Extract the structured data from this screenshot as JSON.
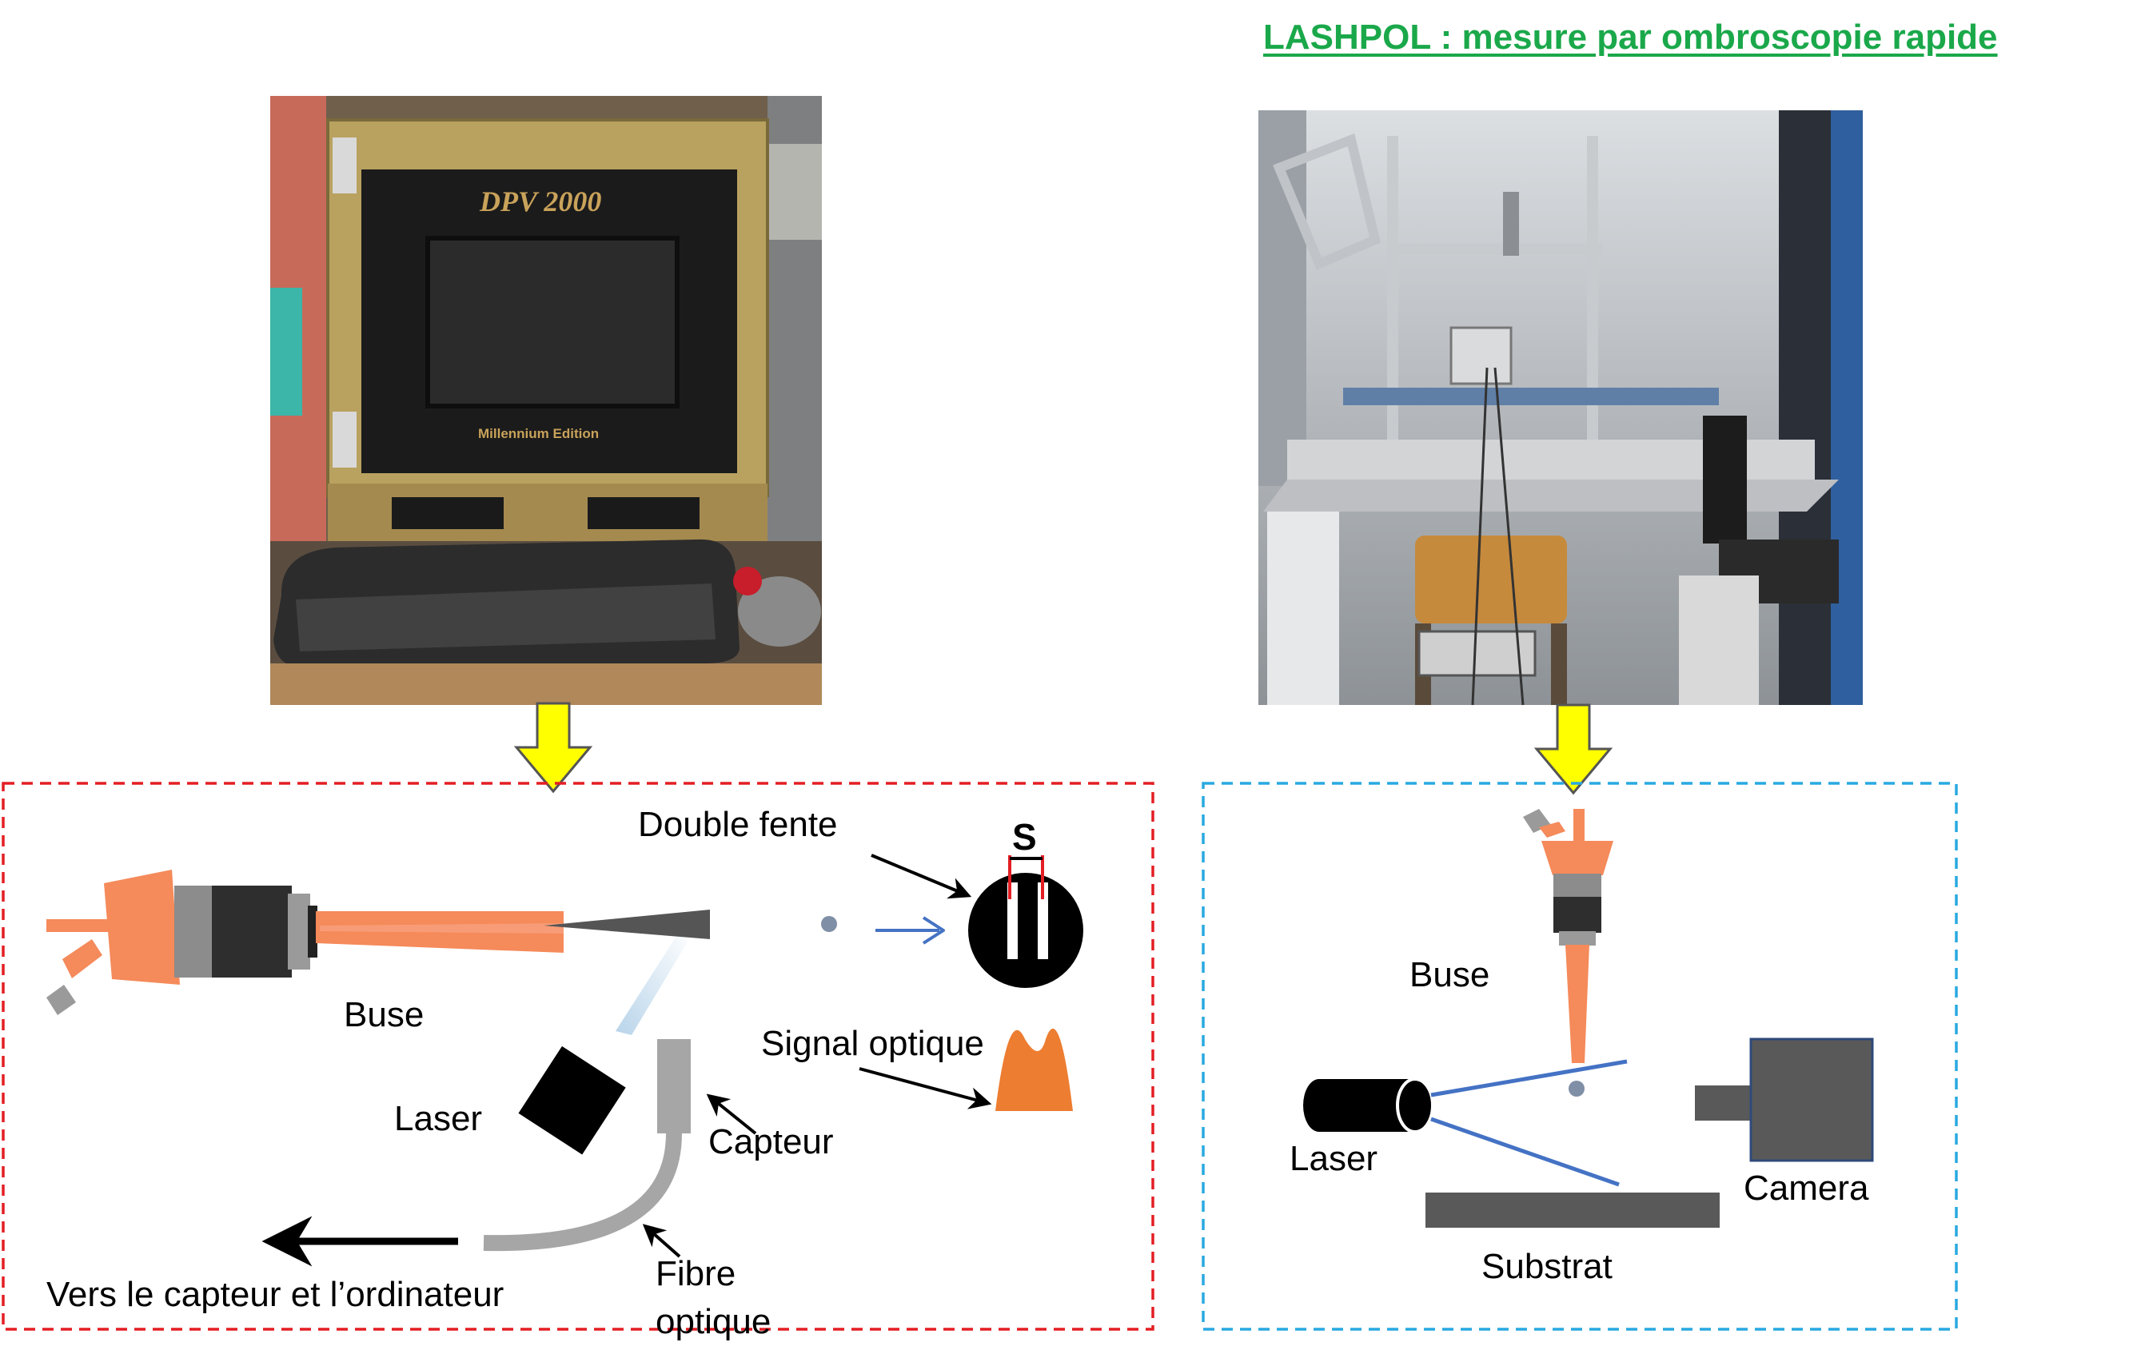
{
  "title": "LASHPOL : mesure par  ombroscopie rapide",
  "photo_left": {
    "device_name": "DPV 2000",
    "edition": "Millennium Edition"
  },
  "left_panel": {
    "double_fente": "Double fente",
    "s_label": "S",
    "buse": "Buse",
    "signal_optique": "Signal optique",
    "laser": "Laser",
    "capteur": "Capteur",
    "fibre_line1": "Fibre",
    "fibre_line2": "optique",
    "vers": "Vers le capteur et l’ordinateur"
  },
  "right_panel": {
    "buse": "Buse",
    "laser": "Laser",
    "camera": "Camera",
    "substrat": "Substrat"
  },
  "colors": {
    "title_green": "#1aa84a",
    "left_border": "#e31e24",
    "right_border": "#29a9e1",
    "arrow_yellow": "#ffff00",
    "nozzle_orange": "#f58a5a",
    "beam_blue": "#4472c4",
    "signal_orange": "#ed7d31",
    "gray_dark": "#595959"
  }
}
